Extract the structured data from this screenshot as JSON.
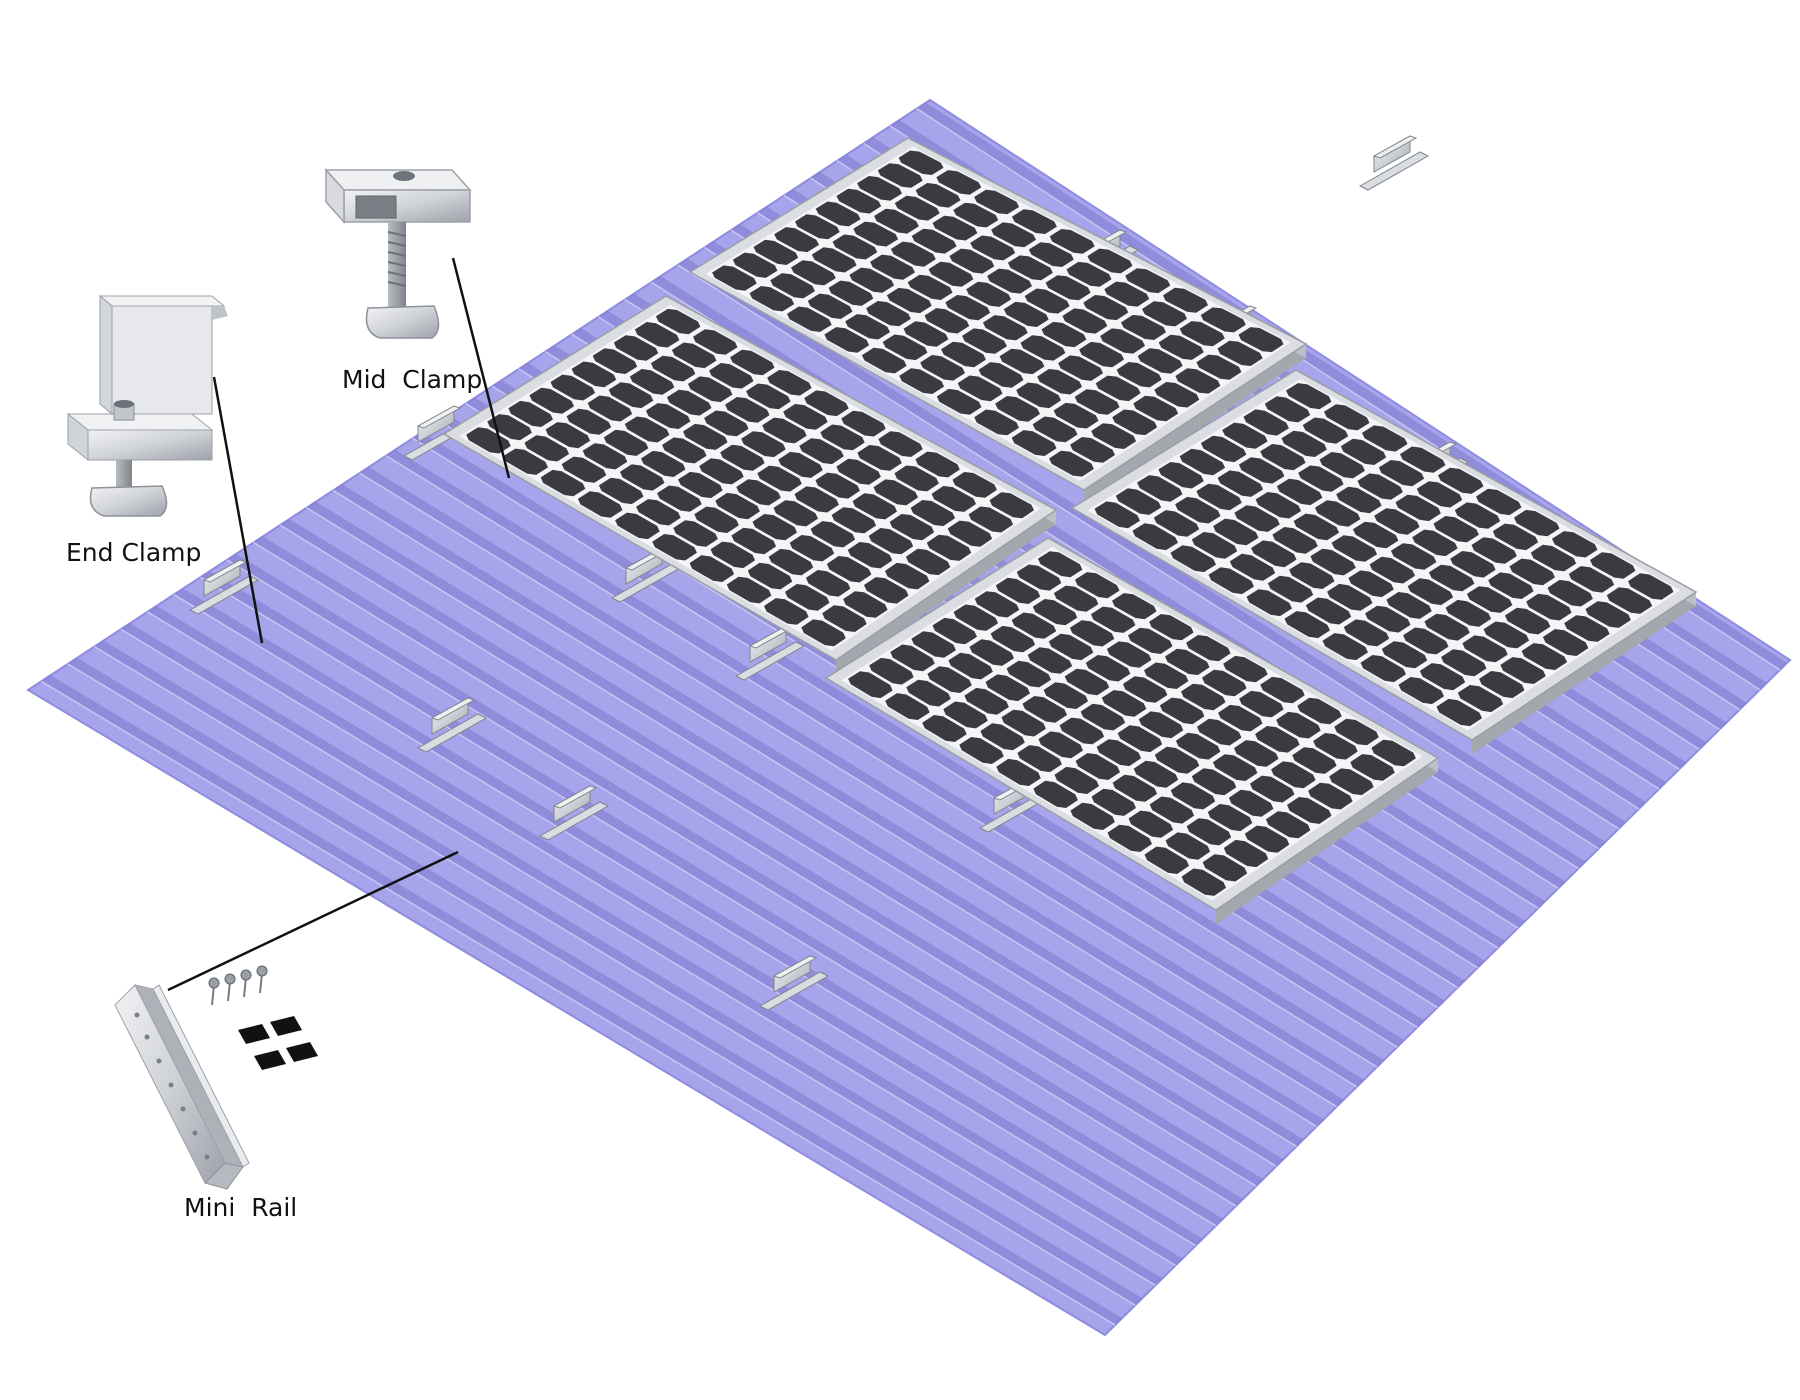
{
  "labels": {
    "mid_clamp": "Mid  Clamp",
    "end_clamp": "End Clamp",
    "mini_rail": "Mini  Rail"
  },
  "colors": {
    "roof_light": "#a6a4ea",
    "roof_dark": "#7c79cf",
    "roof_edge": "#8f8ce0",
    "panel_cell": "#3a3a40",
    "panel_frame": "#dcdde2",
    "aluminum": "#c9ccd1",
    "leader_line": "#111111"
  },
  "icons": {
    "mid_clamp": "mid-clamp-icon",
    "end_clamp": "end-clamp-icon",
    "mini_rail": "mini-rail-icon",
    "screws": "screw-set-icon",
    "pads": "rubber-pad-icon"
  },
  "panel_grid": {
    "columns": 10,
    "rows": 10
  }
}
